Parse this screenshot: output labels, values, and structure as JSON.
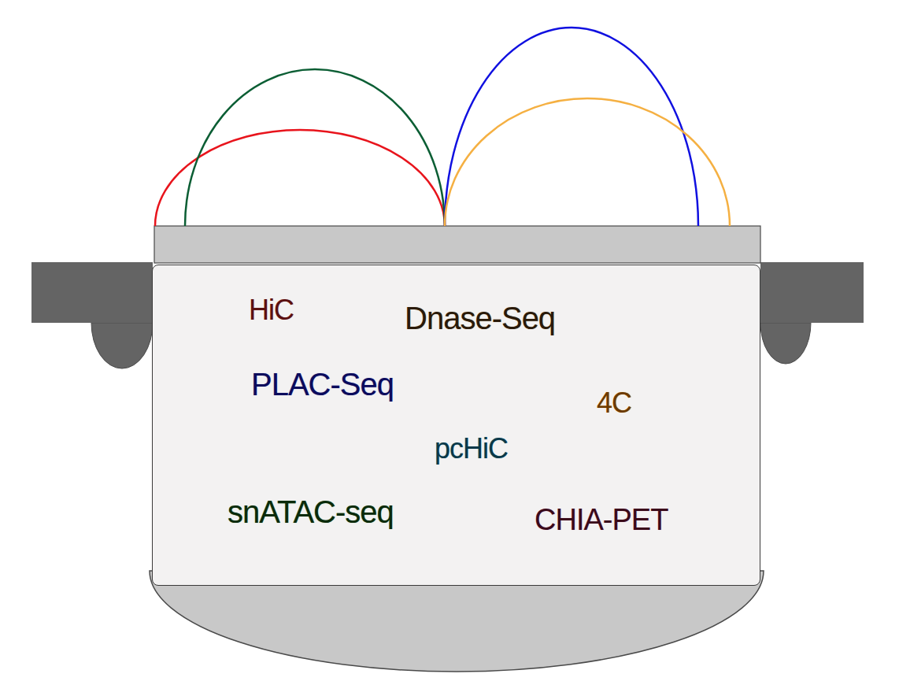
{
  "diagram": {
    "nodes": [
      {
        "text": [
          "HiC",
          "Dnase-Seq",
          "PLAC-Seq",
          "4C",
          "pcHiC",
          "snATAC-seq",
          "CHIA-PET"
        ]
      }
    ]
  }
}
